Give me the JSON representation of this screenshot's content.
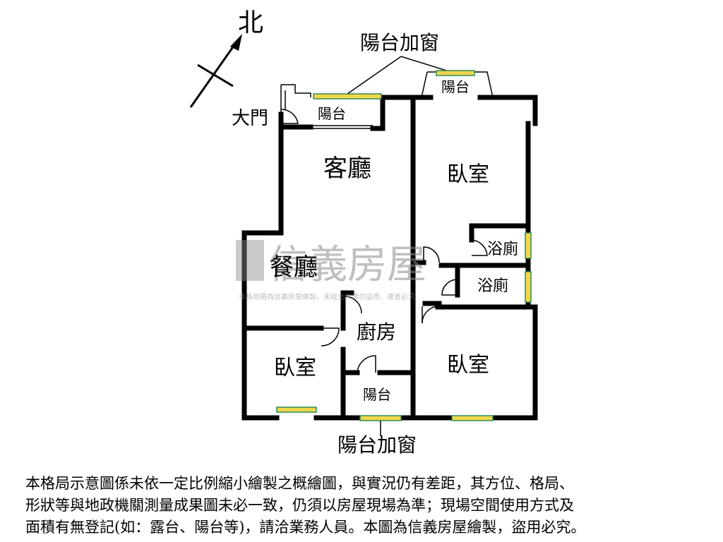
{
  "compass": {
    "label": "北"
  },
  "labels": {
    "balcony_window_top": "陽台加窗",
    "balcony_window_bottom": "陽台加窗",
    "main_door": "大門",
    "balcony_top_left": "陽台",
    "balcony_top_right": "陽台",
    "living_room": "客廳",
    "dining_room": "餐廳",
    "bedroom_top_right": "臥室",
    "bath_1": "浴廁",
    "bath_2": "浴廁",
    "kitchen": "廚房",
    "bedroom_bottom_left": "臥室",
    "bedroom_bottom_right": "臥室",
    "balcony_bottom": "陽台"
  },
  "watermark": {
    "brand": "信義房屋",
    "notice": "本格局圖為信義房屋繪製，未經允許請勿盜用，違者必究"
  },
  "disclaimer": {
    "line1": "本格局示意圖係未依一定比例縮小繪製之概繪圖，與實況仍有差距，其方位、格局、",
    "line2": "形狀等與地政機關測量成果圖未必一致，仍須以房屋現場為準；現場空間使用方式及",
    "line3": "面積有無登記(如：露台、陽台等)，請洽業務人員。本圖為信義房屋繪製，盜用必究。"
  },
  "colors": {
    "wall": "#000000",
    "window_fill": "#f2d64b",
    "window_edge": "#2e8b57",
    "watermark": "#8c8c8c"
  }
}
